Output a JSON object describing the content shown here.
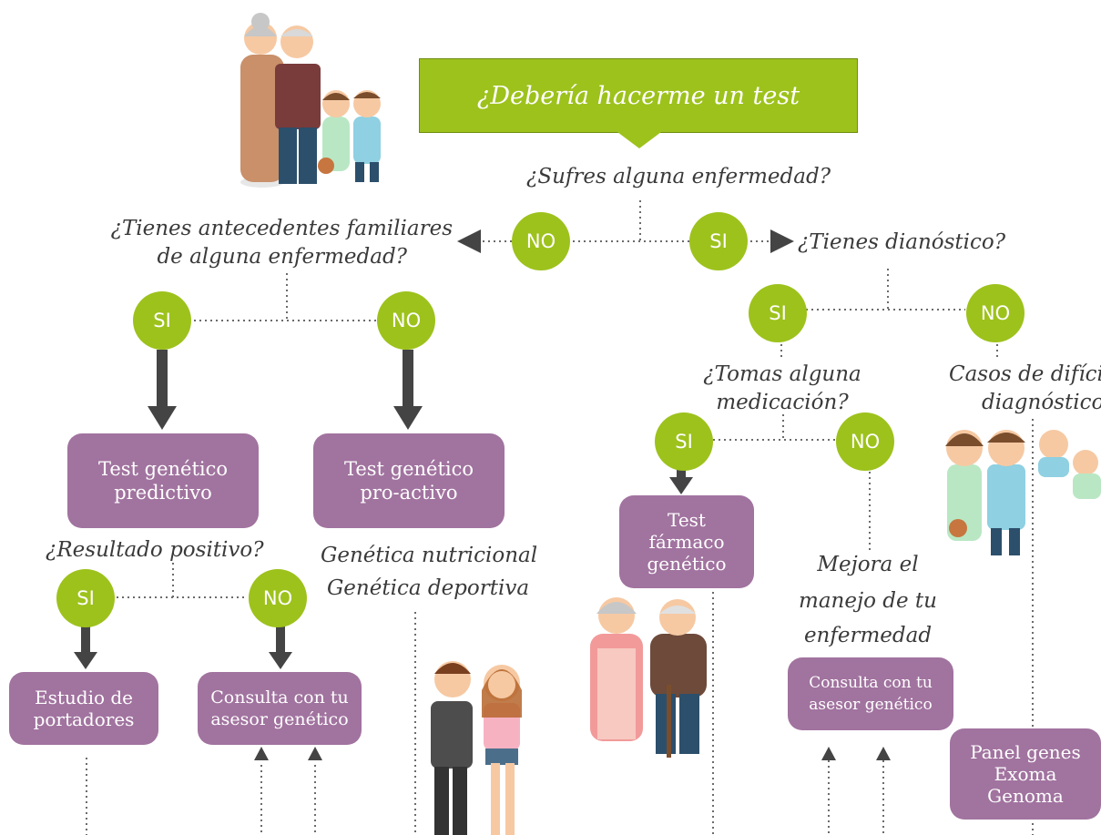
{
  "title": "¿Debería hacerme un test genético?",
  "questions": {
    "q_disease": "¿Sufres alguna enfermedad?",
    "q_family_1": "¿Tienes antecedentes familiares",
    "q_family_2": "de alguna enfermedad?",
    "q_diagnosis": "¿Tienes dianóstico?",
    "q_medication_1": "¿Tomas alguna",
    "q_medication_2": "medicación?",
    "q_positive": "¿Resultado positivo?"
  },
  "answers": {
    "no": "NO",
    "si": "SI"
  },
  "boxes": {
    "predictive_1": "Test genético",
    "predictive_2": "predictivo",
    "proactive_1": "Test genético",
    "proactive_2": "pro-activo",
    "pharma_1": "Test",
    "pharma_2": "fármaco",
    "pharma_3": "genético",
    "carriers_1": "Estudio de",
    "carriers_2": "portadores",
    "consult_left_1": "Consulta con tu",
    "consult_left_2": "asesor genético",
    "consult_right_1": "Consulta con tu",
    "consult_right_2": "asesor genético",
    "panel_1": "Panel genes",
    "panel_2": "Exoma",
    "panel_3": "Genoma"
  },
  "notes": {
    "nutrition": "Genética nutricional",
    "sports": "Genética deportiva",
    "improve_1": "Mejora el",
    "improve_2": "manejo de tu",
    "improve_3": "enfermedad",
    "hard_1": "Casos de difíci",
    "hard_2": "diagnóstico"
  },
  "colors": {
    "green": "#9dc21c",
    "purple": "#a1739f",
    "arrow": "#444444"
  }
}
